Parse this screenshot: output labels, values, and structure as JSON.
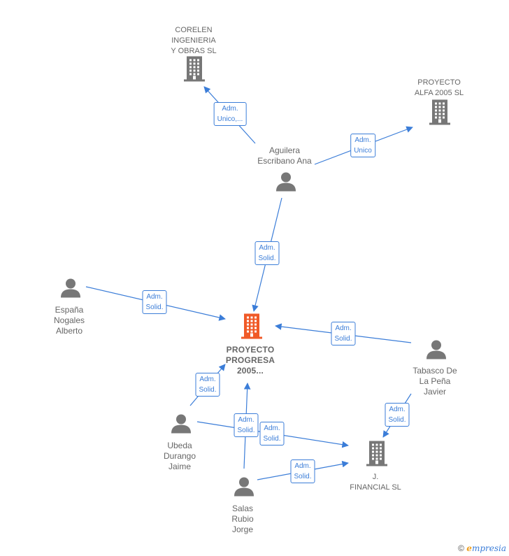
{
  "nodes": [
    {
      "id": "corelen",
      "type": "company",
      "label": "CORELEN\nINGENIERIA\nY OBRAS  SL",
      "color": "#777777"
    },
    {
      "id": "proyecto_alfa",
      "type": "company",
      "label": "PROYECTO\nALFA 2005  SL",
      "color": "#777777"
    },
    {
      "id": "aguilera",
      "type": "person",
      "label": "Aguilera\nEscribano Ana",
      "color": "#777777"
    },
    {
      "id": "espana",
      "type": "person",
      "label": "España\nNogales\nAlberto",
      "color": "#777777"
    },
    {
      "id": "proyecto_progresa",
      "type": "company",
      "label": "PROYECTO\nPROGRESA\n2005...",
      "color": "#f05a28",
      "main": true
    },
    {
      "id": "tabasco",
      "type": "person",
      "label": "Tabasco De\nLa Peña\nJavier",
      "color": "#777777"
    },
    {
      "id": "ubeda",
      "type": "person",
      "label": "Ubeda\nDurango\nJaime",
      "color": "#777777"
    },
    {
      "id": "j_financial",
      "type": "company",
      "label": "J.\nFINANCIAL SL",
      "color": "#777777"
    },
    {
      "id": "salas",
      "type": "person",
      "label": "Salas\nRubio\nJorge",
      "color": "#777777"
    }
  ],
  "edges": [
    {
      "from": "aguilera",
      "to": "corelen",
      "label": "Adm.\nUnico,..."
    },
    {
      "from": "aguilera",
      "to": "proyecto_alfa",
      "label": "Adm.\nUnico"
    },
    {
      "from": "aguilera",
      "to": "proyecto_progresa",
      "label": "Adm.\nSolid."
    },
    {
      "from": "espana",
      "to": "proyecto_progresa",
      "label": "Adm.\nSolid."
    },
    {
      "from": "tabasco",
      "to": "proyecto_progresa",
      "label": "Adm.\nSolid."
    },
    {
      "from": "tabasco",
      "to": "j_financial",
      "label": "Adm.\nSolid."
    },
    {
      "from": "ubeda",
      "to": "proyecto_progresa",
      "label": "Adm.\nSolid."
    },
    {
      "from": "ubeda",
      "to": "j_financial",
      "label": "Adm.\nSolid."
    },
    {
      "from": "salas",
      "to": "proyecto_progresa",
      "label": "Adm.\nSolid."
    },
    {
      "from": "salas",
      "to": "j_financial",
      "label": "Adm.\nSolid."
    }
  ],
  "edge_color": "#3b7dd8",
  "footer": {
    "copyright": "©",
    "brand_e": "e",
    "brand_rest": "mpresia"
  }
}
